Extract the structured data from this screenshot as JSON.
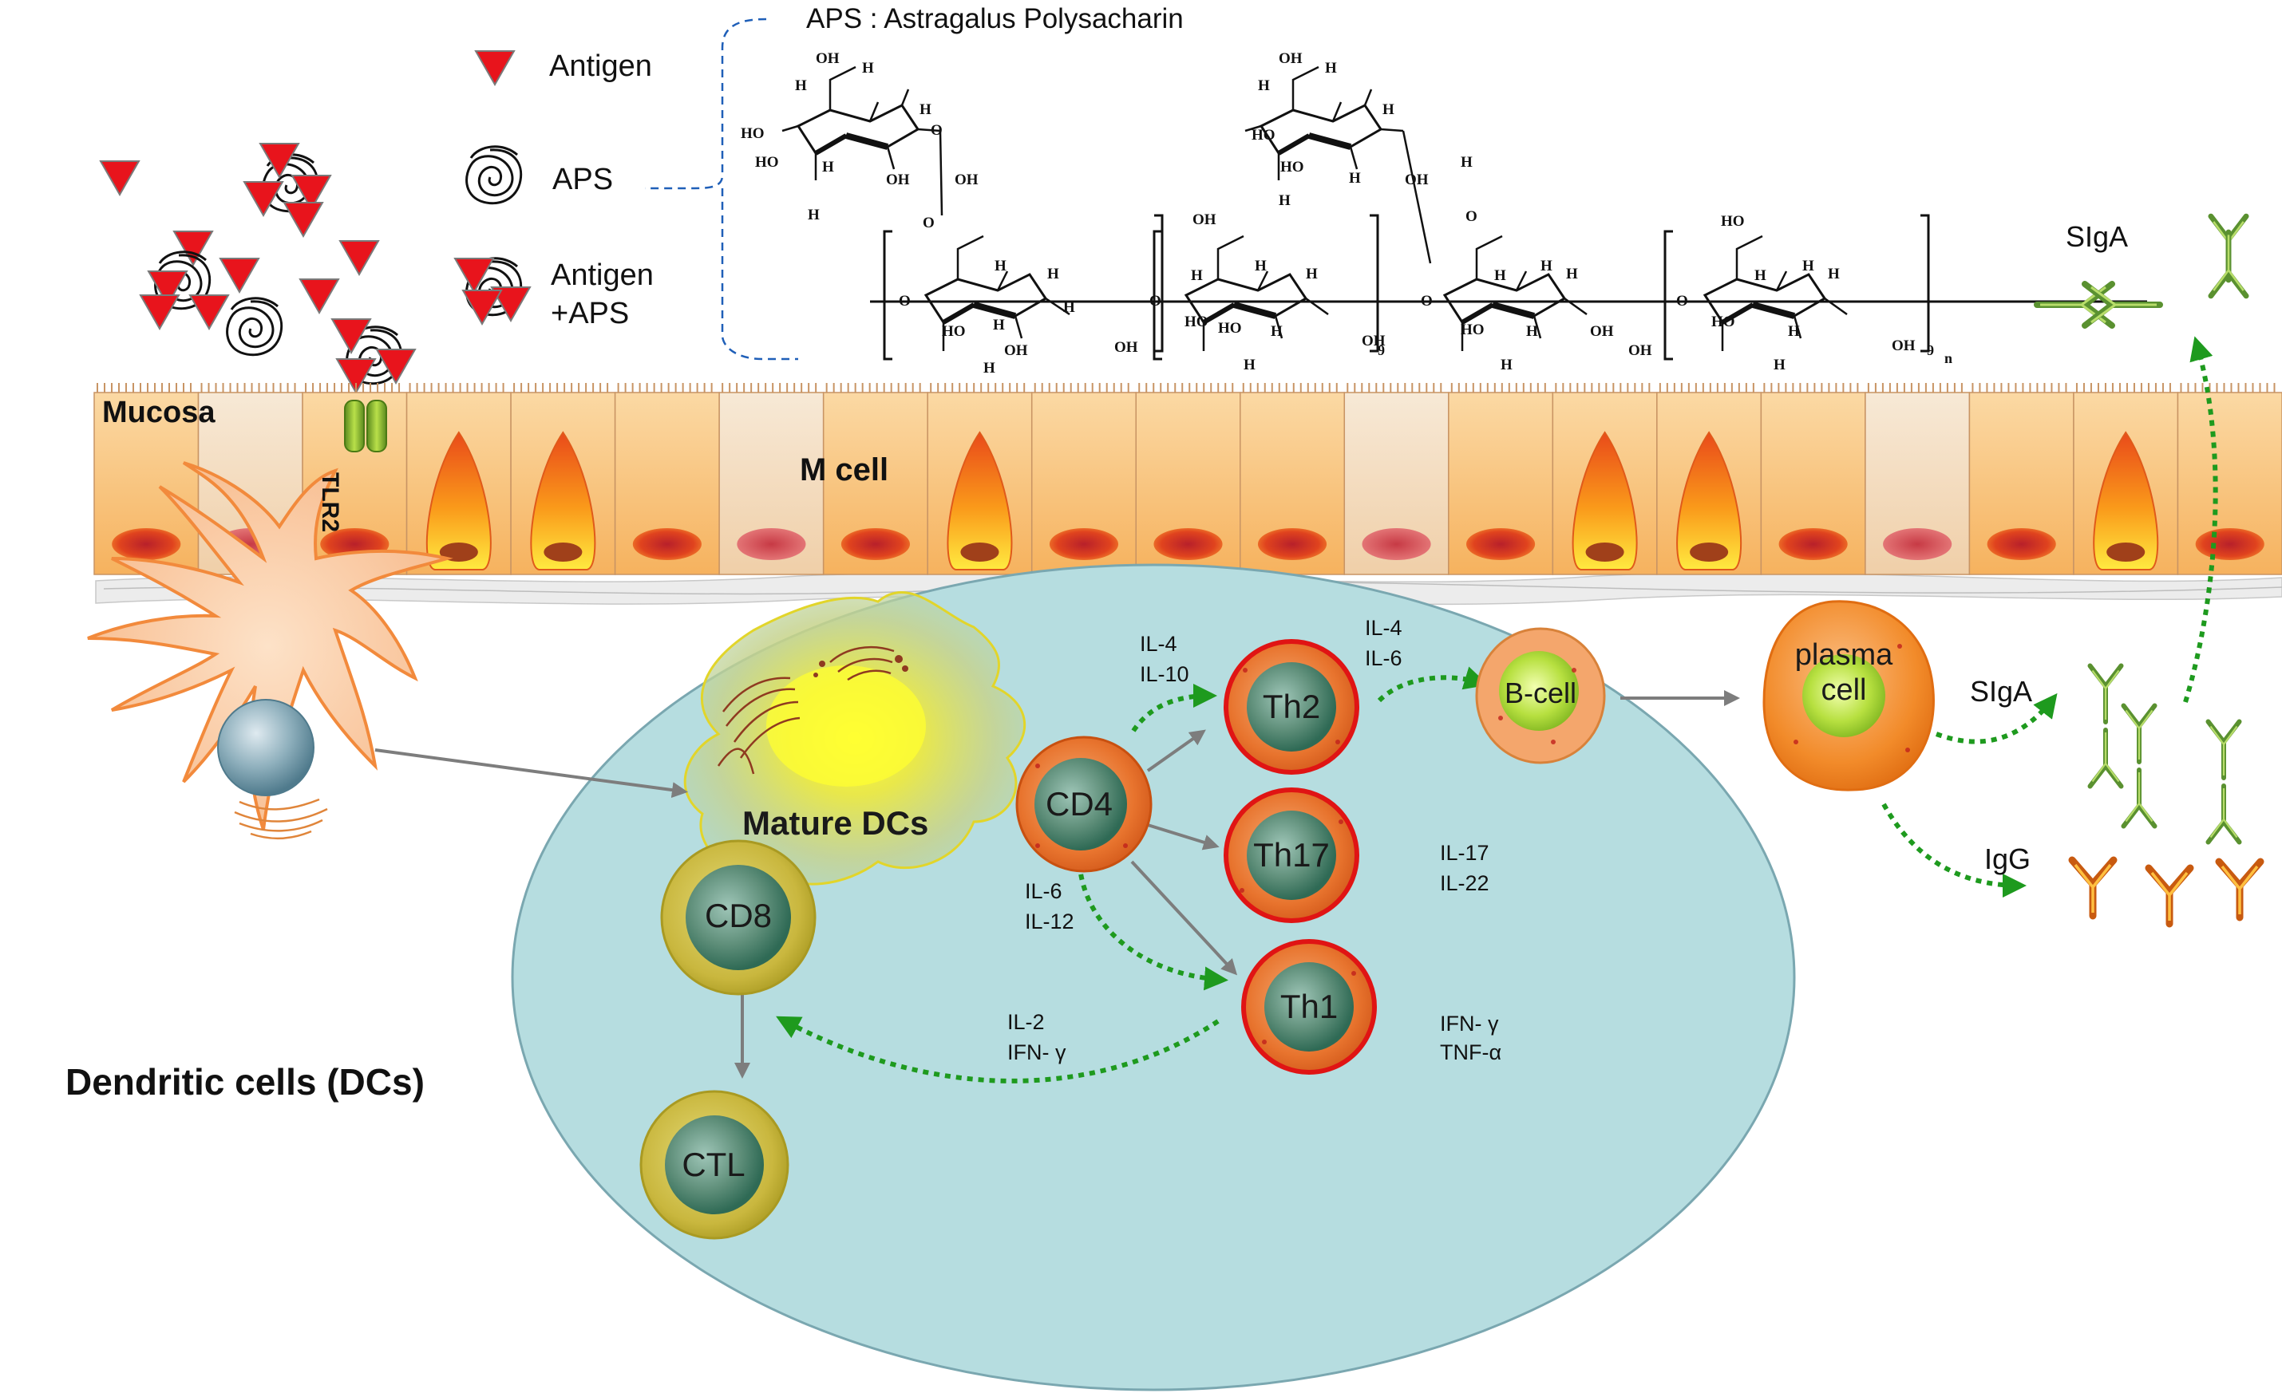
{
  "legend": {
    "antigen": "Antigen",
    "aps": "APS",
    "antigen_aps_line1": "Antigen",
    "antigen_aps_line2": "+APS"
  },
  "structure": {
    "title": "APS : Astragalus Polysacharin",
    "atoms": {
      "ho": "HO",
      "oh": "OH",
      "h": "H",
      "o": "O"
    },
    "repeat_9": "9",
    "repeat_n": "n"
  },
  "mucosa": {
    "mucosa_label": "Mucosa",
    "m_cell_label": "M cell",
    "tlr2_label": "TLR2"
  },
  "dc": {
    "label": "Dendritic cells (DCs)"
  },
  "lymph": {
    "mature_dcs": "Mature DCs",
    "cells": {
      "cd4": "CD4",
      "cd8": "CD8",
      "ctl": "CTL",
      "th2": "Th2",
      "th17": "Th17",
      "th1": "Th1",
      "bcell": "B-cell",
      "plasma_line1": "plasma",
      "plasma_line2": "cell"
    },
    "cytokines": {
      "cd4_th2_1": "IL-4",
      "cd4_th2_2": "IL-10",
      "th2_b_1": "IL-4",
      "th2_b_2": "IL-6",
      "th17_1": "IL-17",
      "th17_2": "IL-22",
      "cd4_th1_1": "IL-6",
      "cd4_th1_2": "IL-12",
      "th1_out_1": "IFN- γ",
      "th1_out_2": "TNF-α",
      "th1_cd8_1": "IL-2",
      "th1_cd8_2": "IFN- γ"
    }
  },
  "antibodies": {
    "sig_a_top": "SIgA",
    "sig_a_mid": "SIgA",
    "igg": "IgG"
  },
  "colors": {
    "lymph_fill": "#b6dde0",
    "cell_outer": "#e2661f",
    "th_border": "#e01414",
    "nucleus": "#5f8f7a",
    "cd8_fill": "#c6b63c",
    "green_arrow": "#1e9a1e",
    "gray_arrow": "#7d7d7d",
    "antigen_red": "#e8141c",
    "sigA_green": "#6aa33a",
    "igg_orange": "#f09a1c"
  }
}
